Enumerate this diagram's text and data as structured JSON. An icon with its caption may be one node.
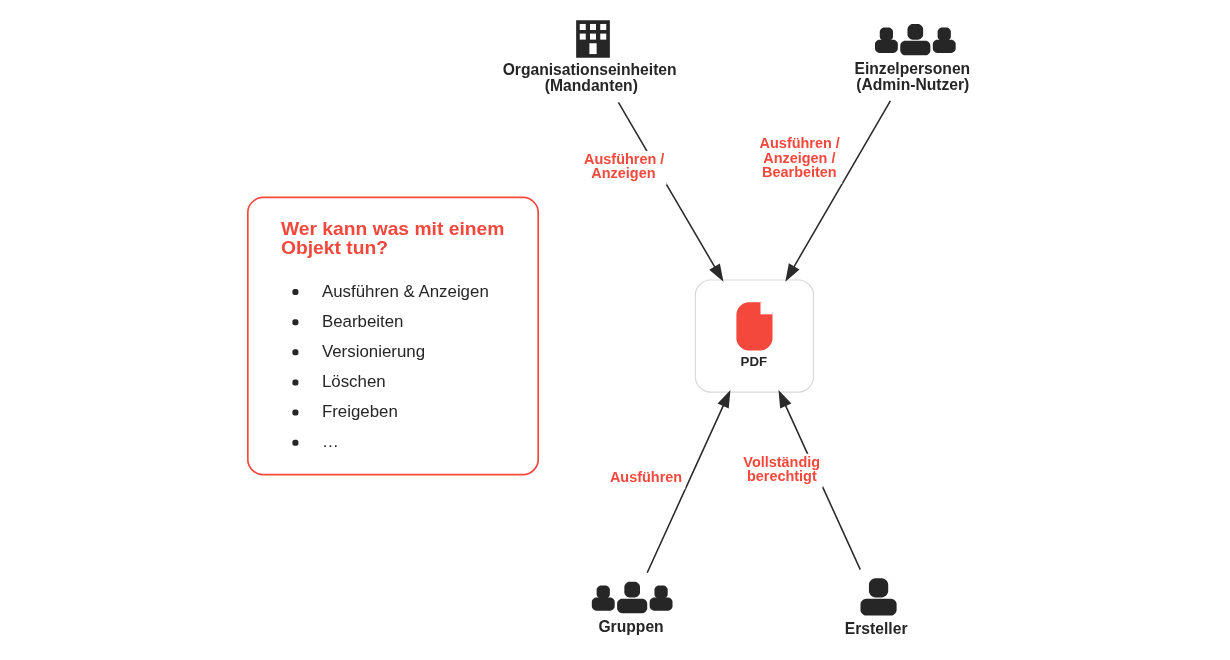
{
  "diagram": {
    "nodes": [
      {
        "text": [
          "Wer kann was mit einem Objekt tun?",
          "Ausführen & Anzeigen",
          "Bearbeiten",
          "Versionierung",
          "Löschen",
          "Freigeben",
          "…"
        ]
      },
      {
        "text": [
          "Organisationseinheiten (Mandanten)"
        ]
      },
      {
        "text": [
          "Einzelpersonen (Admin-Nutzer)"
        ]
      },
      {
        "text": [
          "PDF"
        ]
      },
      {
        "text": [
          "Gruppen"
        ]
      },
      {
        "text": [
          "Ersteller"
        ]
      }
    ],
    "edges": [
      {
        "from": 1,
        "to": 3,
        "arrow": "to",
        "label": "Ausführen / Anzeigen"
      },
      {
        "from": 2,
        "to": 3,
        "arrow": "to",
        "label": "Ausführen / Anzeigen / Bearbeiten"
      },
      {
        "from": 4,
        "to": 3,
        "arrow": "to",
        "label": "Ausführen"
      },
      {
        "from": 5,
        "to": 3,
        "arrow": "to",
        "label": "Vollständig berechtigt"
      }
    ]
  }
}
